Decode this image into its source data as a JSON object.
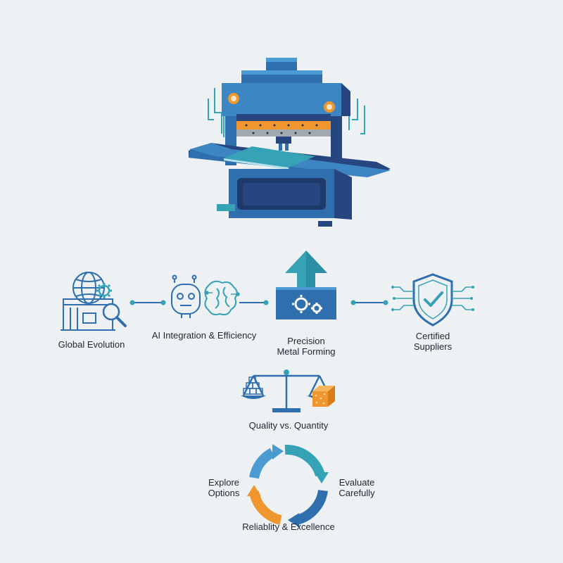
{
  "colors": {
    "background": "#eef1f3",
    "primary_blue": "#2f6fad",
    "dark_blue": "#27457f",
    "teal": "#35a3b5",
    "orange": "#f0962e",
    "light_blue": "#4a9bd1"
  },
  "hero": {
    "icon": "hydraulic-press-icon"
  },
  "row": [
    {
      "id": "global",
      "label": "Global Evolution",
      "icon": "factory-globe-icon"
    },
    {
      "id": "ai",
      "label": "AI Integration & Efficiency",
      "icon": "robot-brain-icon"
    },
    {
      "id": "precision",
      "label_line1": "Precision",
      "label_line2": "Metal Forming",
      "icon": "upward-gears-icon"
    },
    {
      "id": "certified",
      "label_line1": "Certified",
      "label_line2": "Suppliers",
      "icon": "shield-check-icon"
    }
  ],
  "balance": {
    "label": "Quality vs. Quantity",
    "icon": "balance-scale-icon"
  },
  "cycle": {
    "left_line1": "Explore",
    "left_line2": "Options",
    "right_line1": "Evaluate",
    "right_line2": "Carefully",
    "bottom": "Reliablity & Excellence",
    "icon": "cycle-arrows-icon"
  }
}
